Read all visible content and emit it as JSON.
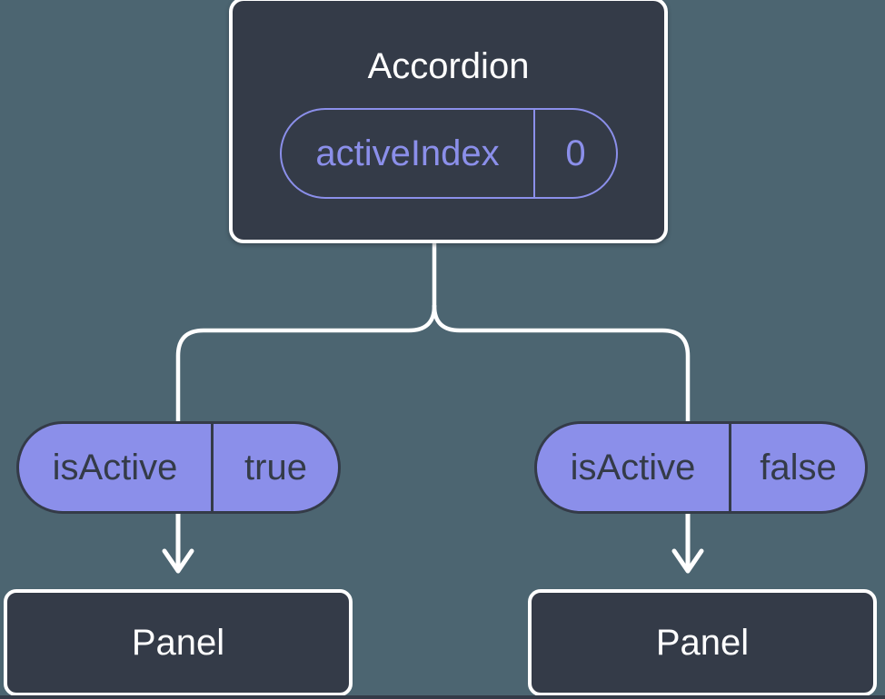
{
  "colors": {
    "background": "#4C6571",
    "node_dark": "#343B48",
    "accent_purple": "#8B8FEA",
    "line_white": "#FFFFFF"
  },
  "tree": {
    "root": {
      "label": "Accordion",
      "prop_name": "activeIndex",
      "prop_value": "0"
    },
    "branches": [
      {
        "prop_name": "isActive",
        "prop_value": "true",
        "child_label": "Panel"
      },
      {
        "prop_name": "isActive",
        "prop_value": "false",
        "child_label": "Panel"
      }
    ]
  }
}
